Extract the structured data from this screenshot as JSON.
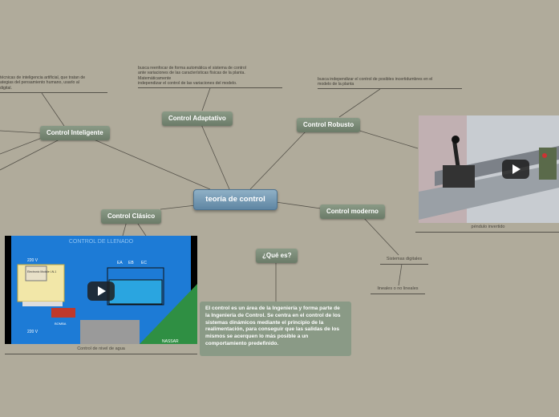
{
  "central": {
    "label": "teoría de control"
  },
  "nodes": {
    "inteligente": "Control Inteligente",
    "adaptativo": "Control Adaptativo",
    "robusto": "Control Robusto",
    "clasico": "Control Clásico",
    "moderno": "Control moderno",
    "que_es": "¿Qué es?"
  },
  "notes": {
    "inteligente": "técnicas de inteligencia artificial, que tratan de\nategias del pensamiento humano, usarlo al\ndigital.",
    "adaptativo": "busca reenfocar de forma automática el sistema de control\nante variaciones de las características físicas de la planta.\nMatemáticamente\nindependizar el control de las variaciones del modelo.",
    "robusto": "busca independizar el control de posibles incertidumbres en el\nmodelo de la planta"
  },
  "moderno_children": [
    "Sistemas digitales",
    "lineales o no lineales"
  ],
  "captions": {
    "pendulum": "péndulo invertido",
    "water": "Control de nivel de agua"
  },
  "definition": "El control es un área de la Ingeniería y forma parte de la Ingeniería de Control. Se centra en el control de los sistemas dinámicos mediante el principio de la realimentación, para conseguir que las salidas de los mismos se acerquen lo más posible a un comportamiento predefinido.",
  "water_video": {
    "title": "CONTROL DE LLENADO",
    "labels": [
      "220 V",
      "Electronic Module LN-1",
      "BOMBA",
      "220 V",
      "EA",
      "EB",
      "EC",
      "NASSAR"
    ]
  },
  "colors": {
    "background": "#b0ab9b",
    "node": "#7a8a76",
    "central": "#6f94b0",
    "line": "#55524a"
  }
}
